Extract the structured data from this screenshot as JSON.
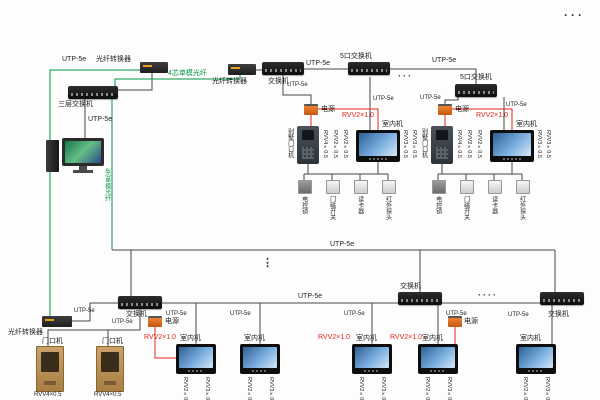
{
  "labels": {
    "utp5e": "UTP-5e",
    "fiber_converter": "光纤转换器",
    "layer3_switch": "三层交换机",
    "fiber_4core": "4芯单模光纤",
    "switch": "交换机",
    "switch_5port": "5口交换机",
    "power": "电源",
    "rvv2_10": "RVV2×1.0",
    "rvv2_05": "RVV2×0.5",
    "rvv3_05": "RVV3×0.5",
    "rvv4_05": "RVV4×0.5",
    "indoor_monitor": "室内机",
    "villa_door_station": "别墅门口机",
    "door_station": "门口机",
    "electric_lock": "电控锁",
    "door_magnet": "门磁开关",
    "card_reader": "读卡器",
    "ir_detector": "红外探头",
    "dots_h": "···",
    "dots_h4": "····",
    "dots_v": "⋮"
  },
  "colors": {
    "fiber_green": "#009944",
    "rvv_red": "#e8231a",
    "line_dark": "#474747",
    "device_orange": "#f08030"
  }
}
